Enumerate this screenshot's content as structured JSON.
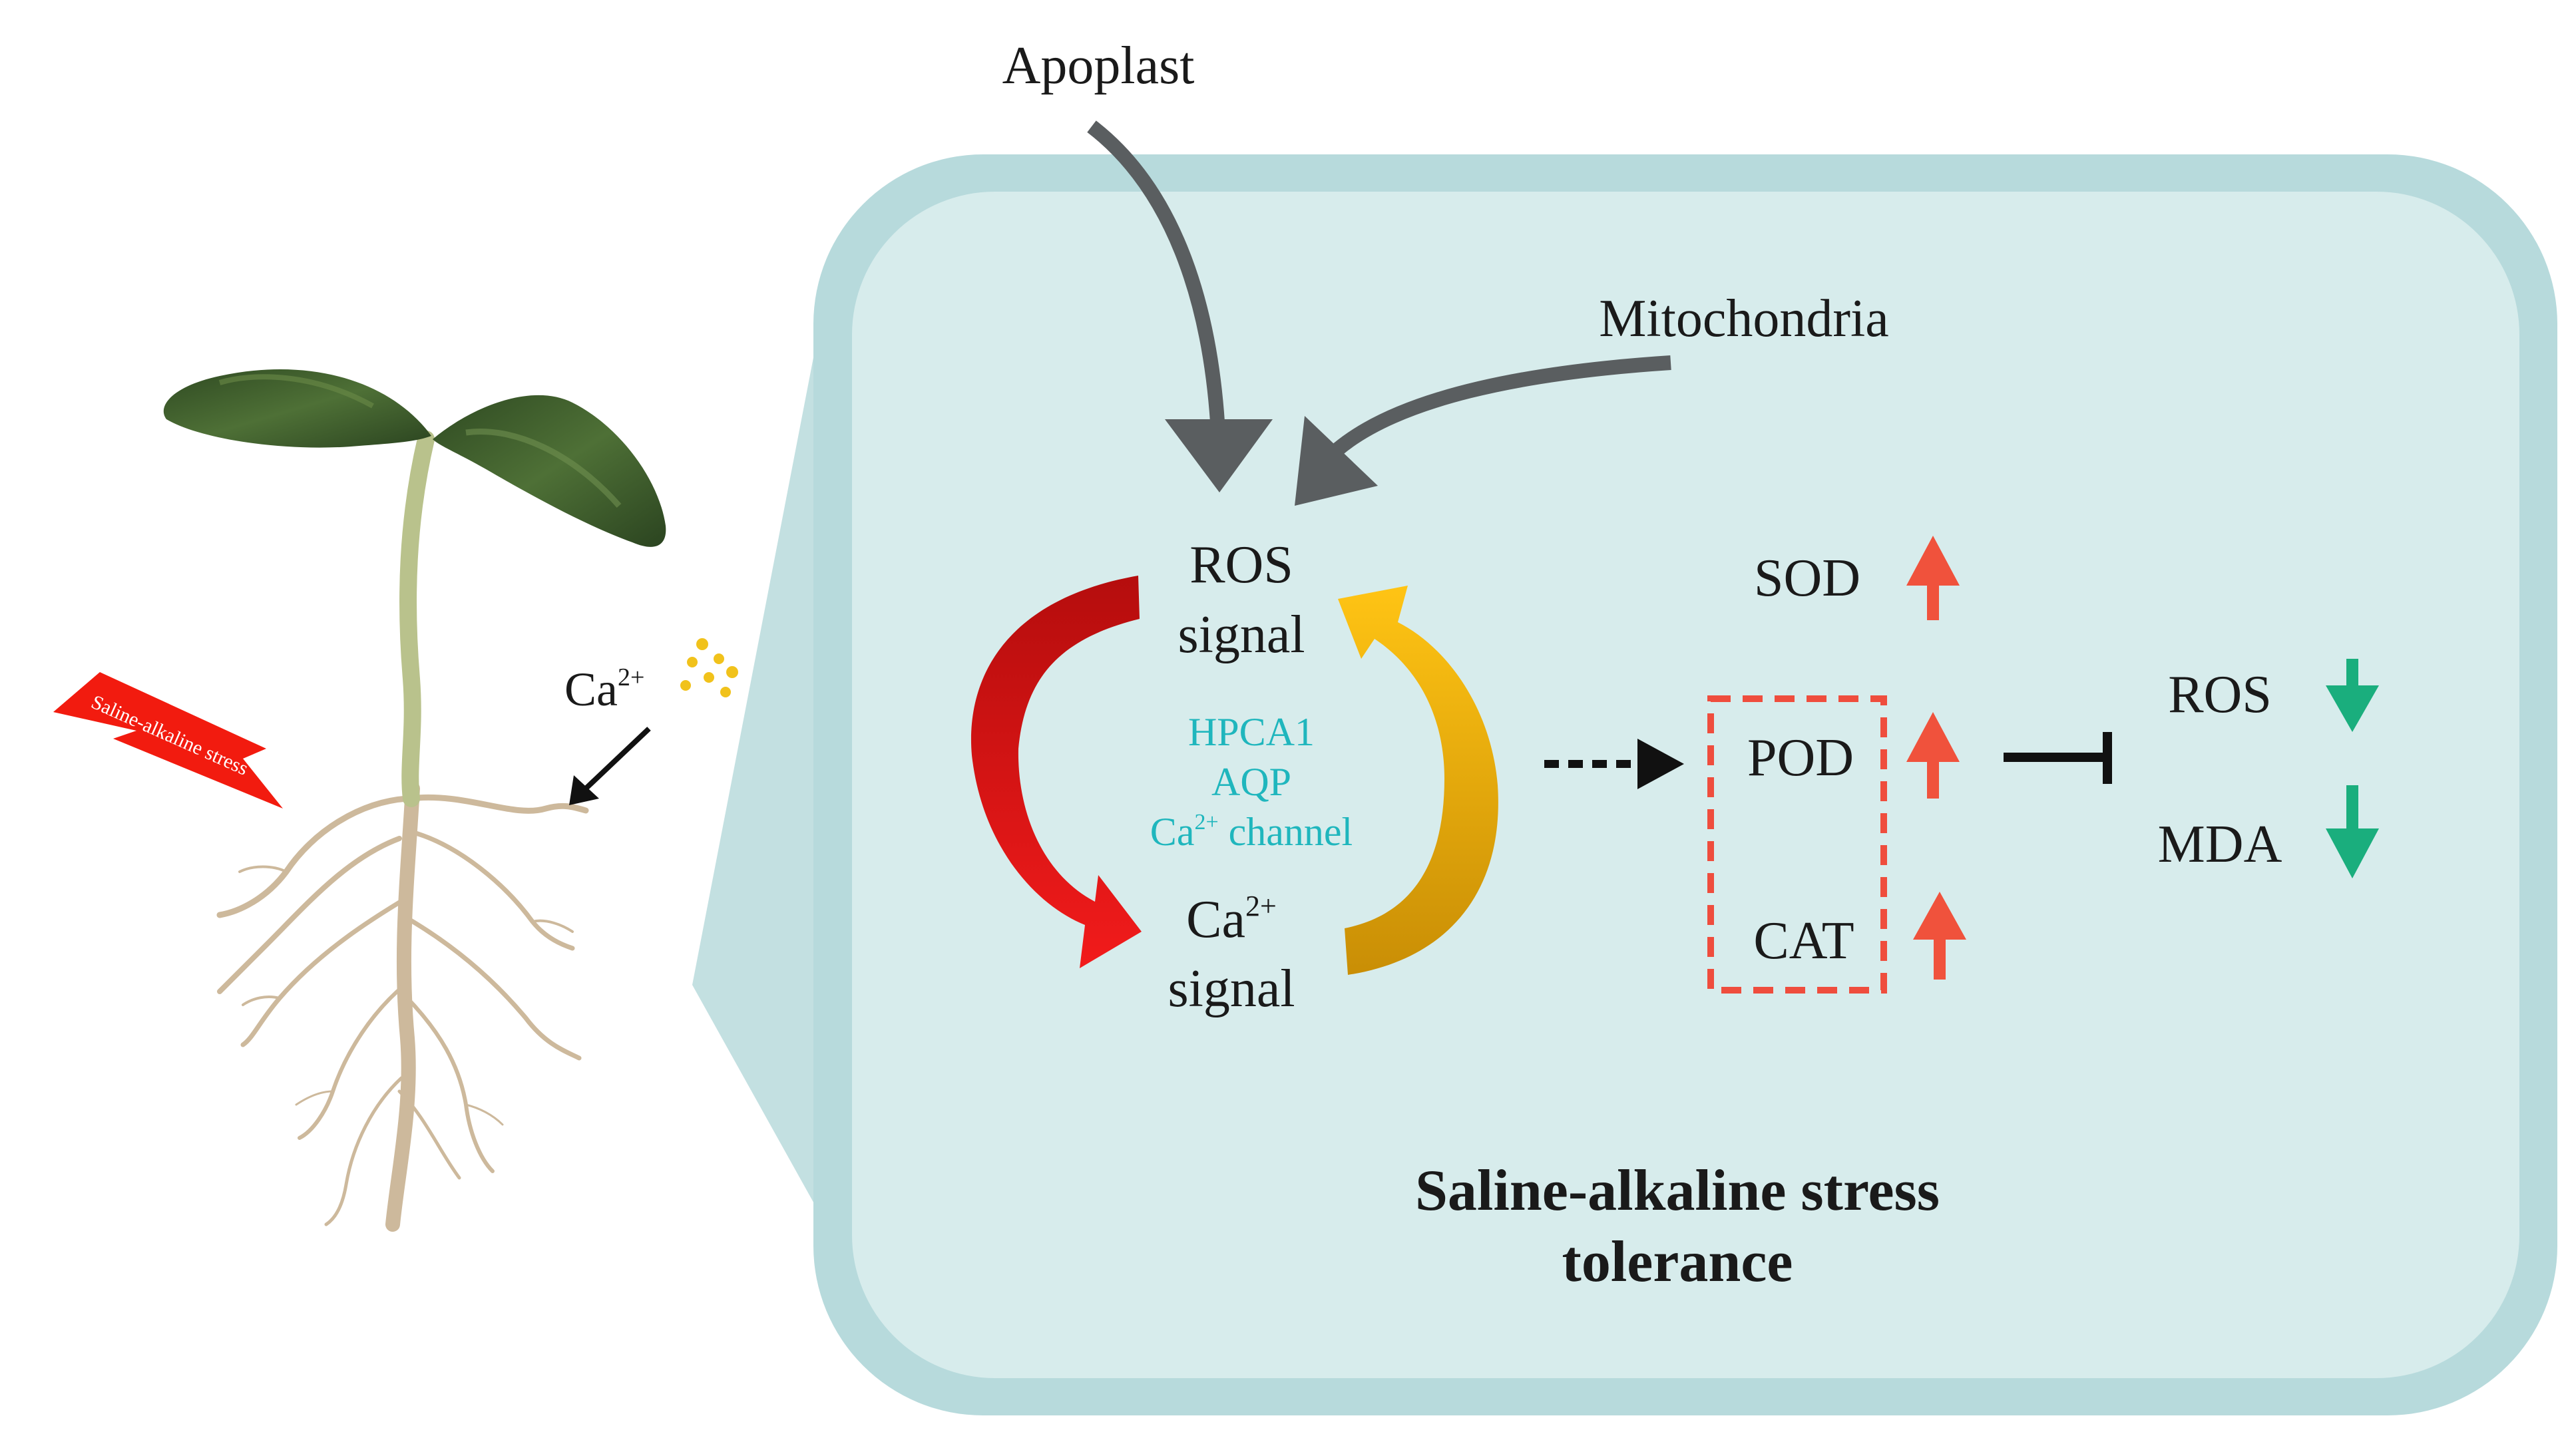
{
  "labels": {
    "apoplast": "Apoplast",
    "mitochondria": "Mitochondria",
    "ros_signal_line1": "ROS",
    "ros_signal_line2": "signal",
    "ca_signal_line1": "Ca",
    "ca_signal_sup": "2+",
    "ca_signal_line2": "signal",
    "mediators": {
      "line1": "HPCA1",
      "line2": "AQP",
      "line3_prefix": "Ca",
      "line3_sup": "2+",
      "line3_suffix": " channel"
    },
    "ca_ion": "Ca",
    "ca_ion_sup": "2+",
    "stress_bolt": "Saline-alkaline stress",
    "enzymes": {
      "sod": "SOD",
      "pod": "POD",
      "cat": "CAT"
    },
    "outputs": {
      "ros": "ROS",
      "mda": "MDA"
    },
    "tolerance_line1": "Saline-alkaline stress",
    "tolerance_line2": "tolerance"
  },
  "colors": {
    "cell_fill": "#d6ecec",
    "cell_border": "#b3d8da",
    "gray_arrow": "#5a5e60",
    "red_arrow": "#e31515",
    "yellow_arrow": "#f4b400",
    "up_arrow": "#f0523c",
    "down_arrow": "#1aae7d",
    "mediator_text": "#1fb6bd",
    "bolt": "#f21b0f",
    "leaf": "#3f5e2c",
    "stem": "#b7c18a",
    "root": "#cbb79a"
  }
}
